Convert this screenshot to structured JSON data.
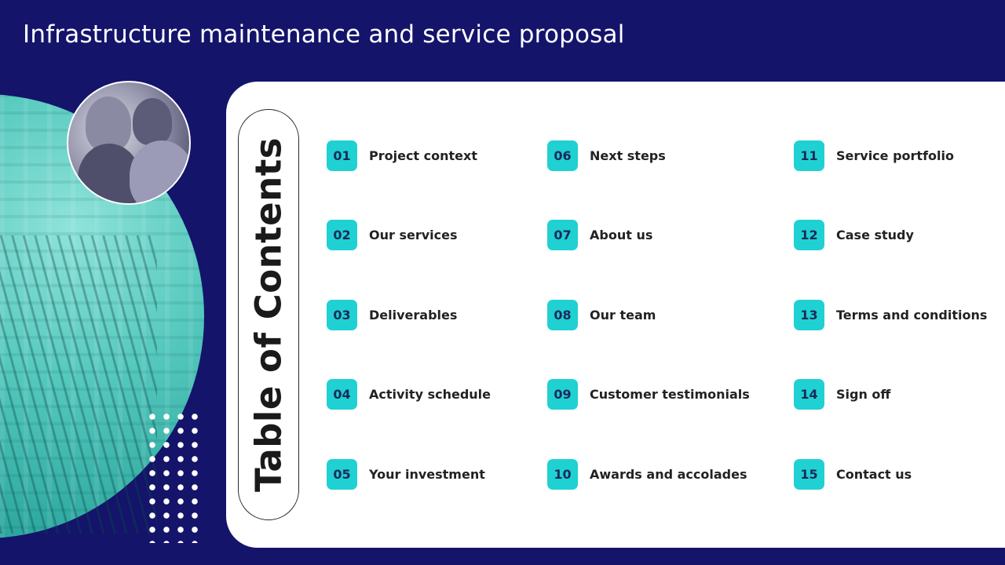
{
  "title": "Infrastructure maintenance and service proposal",
  "toc_heading": "Table of Contents",
  "colors": {
    "background": "#14146b",
    "accent": "#1fd1d3",
    "panel": "#ffffff"
  },
  "items": [
    {
      "num": "01",
      "label": "Project context"
    },
    {
      "num": "02",
      "label": "Our services"
    },
    {
      "num": "03",
      "label": "Deliverables"
    },
    {
      "num": "04",
      "label": "Activity schedule"
    },
    {
      "num": "05",
      "label": "Your investment"
    },
    {
      "num": "06",
      "label": "Next steps"
    },
    {
      "num": "07",
      "label": "About us"
    },
    {
      "num": "08",
      "label": "Our team"
    },
    {
      "num": "09",
      "label": "Customer testimonials"
    },
    {
      "num": "10",
      "label": "Awards and accolades"
    },
    {
      "num": "11",
      "label": "Service portfolio"
    },
    {
      "num": "12",
      "label": "Case study"
    },
    {
      "num": "13",
      "label": "Terms and conditions"
    },
    {
      "num": "14",
      "label": "Sign off"
    },
    {
      "num": "15",
      "label": "Contact us"
    }
  ]
}
